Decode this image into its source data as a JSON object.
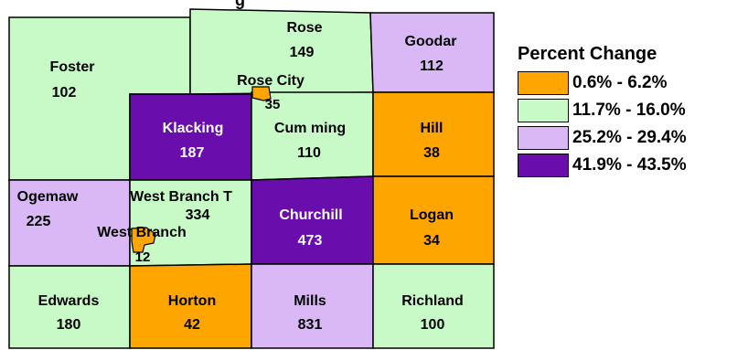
{
  "legend": {
    "title": "Percent Change",
    "classes": [
      {
        "label": "0.6% - 6.2%",
        "color": "#FFA500"
      },
      {
        "label": "11.7% - 16.0%",
        "color": "#C7FAC7"
      },
      {
        "label": "25.2% - 29.4%",
        "color": "#D9B8F5"
      },
      {
        "label": "41.9% - 43.5%",
        "color": "#6A0DAD"
      }
    ]
  },
  "title_fragment": "g",
  "regions": {
    "foster": {
      "name": "Foster",
      "value": "102",
      "class": 1
    },
    "rose": {
      "name": "Rose",
      "value": "149",
      "class": 1
    },
    "goodar": {
      "name": "Goodar",
      "value": "112",
      "class": 2
    },
    "klacking": {
      "name": "Klacking",
      "value": "187",
      "class": 3
    },
    "rose_city": {
      "name": "Rose City",
      "value": "35",
      "class": 0
    },
    "cumming": {
      "name": "Cum ming",
      "value": "110",
      "class": 1
    },
    "hill": {
      "name": "Hill",
      "value": "38",
      "class": 0
    },
    "ogemaw": {
      "name": "Ogemaw",
      "value": "225",
      "class": 2
    },
    "west_branch_t": {
      "name": "West Branch T",
      "value": "334",
      "class": 1
    },
    "west_branch": {
      "name": "West Branch",
      "value": "12",
      "class": 0
    },
    "churchill": {
      "name": "Churchill",
      "value": "473",
      "class": 3
    },
    "logan": {
      "name": "Logan",
      "value": "34",
      "class": 0
    },
    "edwards": {
      "name": "Edwards",
      "value": "180",
      "class": 1
    },
    "horton": {
      "name": "Horton",
      "value": "42",
      "class": 0
    },
    "mills": {
      "name": "Mills",
      "value": "831",
      "class": 2
    },
    "richland": {
      "name": "Richland",
      "value": "100",
      "class": 1
    }
  }
}
